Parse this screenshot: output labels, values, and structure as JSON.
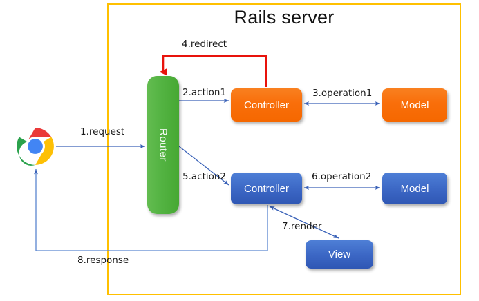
{
  "diagram": {
    "title": "Rails server",
    "type": "flow-diagram",
    "frame_color": "#FFC000",
    "background": "#FFFFFF",
    "colors": {
      "orange": "#F56800",
      "blue": "#3B66C4",
      "green": "#4FB03C",
      "arrow_blue": "#3A62B8",
      "arrow_red": "#E8130C",
      "frame_yellow": "#FFC000"
    }
  },
  "nodes": [
    {
      "id": "browser",
      "label": "",
      "icon": "chrome-browser-icon",
      "shape": "icon",
      "color": ""
    },
    {
      "id": "router",
      "label": "Router",
      "shape": "rounded-rect-vertical",
      "color": "#4FB03C"
    },
    {
      "id": "controller1",
      "label": "Controller",
      "shape": "rounded-rect",
      "color": "#F56800"
    },
    {
      "id": "model1",
      "label": "Model",
      "shape": "rounded-rect",
      "color": "#F56800"
    },
    {
      "id": "controller2",
      "label": "Controller",
      "shape": "rounded-rect",
      "color": "#3B66C4"
    },
    {
      "id": "model2",
      "label": "Model",
      "shape": "rounded-rect",
      "color": "#3B66C4"
    },
    {
      "id": "view",
      "label": "View",
      "shape": "rounded-rect",
      "color": "#3B66C4"
    }
  ],
  "edges": [
    {
      "step": 1,
      "label": "1.request",
      "from": "browser",
      "to": "router",
      "color": "#3A62B8",
      "direction": "forward"
    },
    {
      "step": 2,
      "label": "2.action1",
      "from": "router",
      "to": "controller1",
      "color": "#3A62B8",
      "direction": "forward"
    },
    {
      "step": 3,
      "label": "3.operation1",
      "from": "controller1",
      "to": "model1",
      "color": "#3A62B8",
      "direction": "both"
    },
    {
      "step": 4,
      "label": "4.redirect",
      "from": "controller1",
      "to": "router",
      "color": "#E8130C",
      "direction": "forward"
    },
    {
      "step": 5,
      "label": "5.action2",
      "from": "router",
      "to": "controller2",
      "color": "#3A62B8",
      "direction": "forward"
    },
    {
      "step": 6,
      "label": "6.operation2",
      "from": "controller2",
      "to": "model2",
      "color": "#3A62B8",
      "direction": "both"
    },
    {
      "step": 7,
      "label": "7.render",
      "from": "controller2",
      "to": "view",
      "color": "#3A62B8",
      "direction": "both"
    },
    {
      "step": 8,
      "label": "8.response",
      "from": "controller2",
      "to": "browser",
      "color": "#3A62B8",
      "direction": "forward"
    }
  ],
  "labels": {
    "request": "1.request",
    "action1": "2.action1",
    "operation1": "3.operation1",
    "redirect": "4.redirect",
    "action2": "5.action2",
    "operation2": "6.operation2",
    "render": "7.render",
    "response": "8.response",
    "router": "Router",
    "controller1": "Controller",
    "controller2": "Controller",
    "model1": "Model",
    "model2": "Model",
    "view": "View",
    "title": "Rails server"
  }
}
